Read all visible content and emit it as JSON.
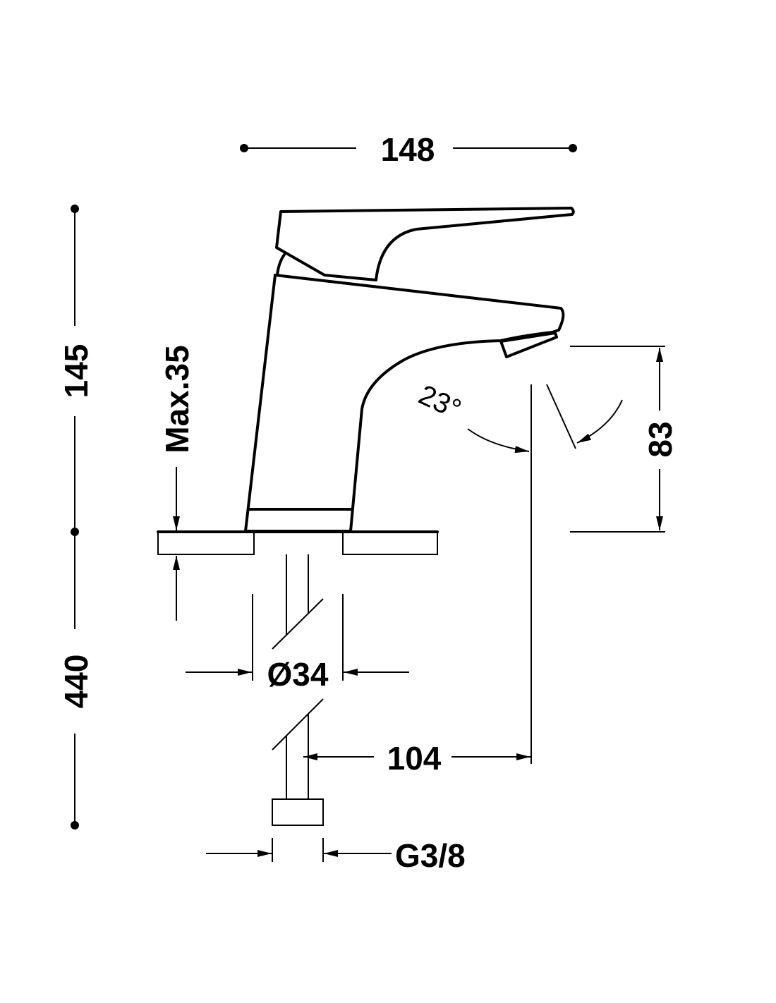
{
  "drawing": {
    "dimensions": {
      "overall_width": "148",
      "upper_height": "145",
      "lower_height": "440",
      "max_deck_thickness": "Max.35",
      "spout_angle": "23°",
      "spout_clearance": "83",
      "base_diameter": "Ø34",
      "spout_reach": "104",
      "connection_thread": "G3/8"
    },
    "line_color": "#000000",
    "background_color": "#ffffff"
  }
}
